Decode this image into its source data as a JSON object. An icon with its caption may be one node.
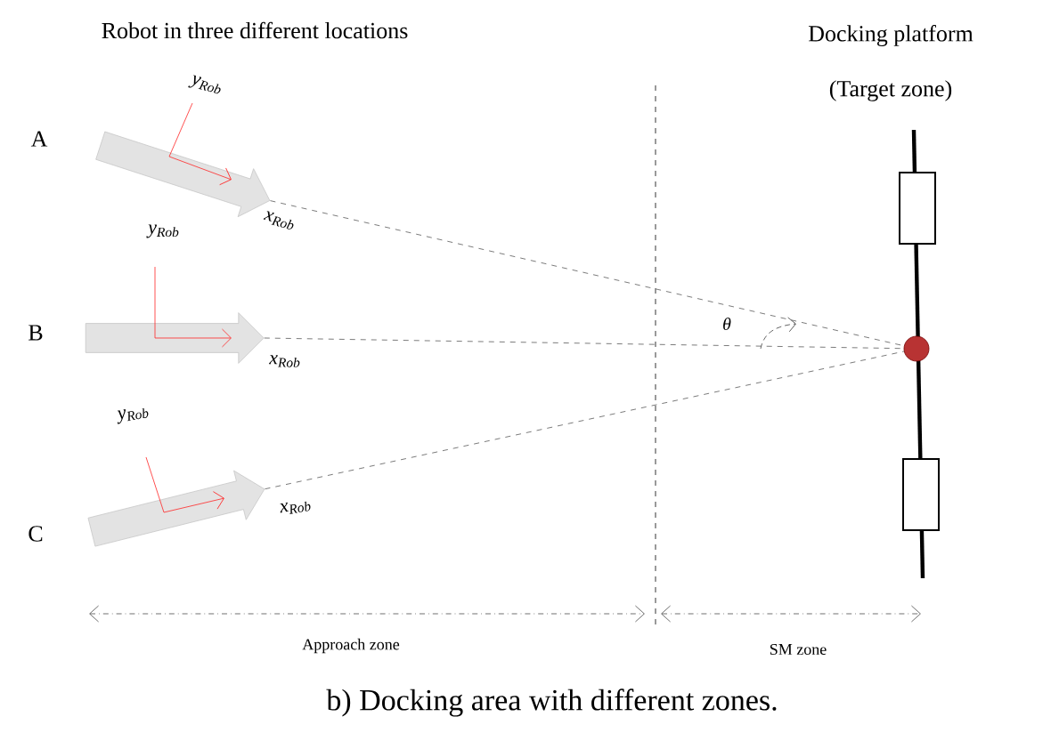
{
  "diagram": {
    "caption": "b)      Docking area with different zones.",
    "nodes": [
      {
        "text": [],
        "shape": "arrow",
        "beside": [
          "A"
        ]
      },
      {
        "text": [],
        "shape": "arrow",
        "beside": [
          "B"
        ]
      },
      {
        "text": [],
        "shape": "arrow",
        "beside": [
          "C"
        ]
      },
      {
        "text": [],
        "shape": "circle"
      }
    ],
    "edges": [
      {
        "from": 0,
        "to": 3,
        "arrow": "none",
        "style": "dashed"
      },
      {
        "from": 1,
        "to": 3,
        "arrow": "none",
        "style": "dashed"
      },
      {
        "from": 2,
        "to": 3,
        "arrow": "none",
        "style": "dashed"
      }
    ],
    "labels": [
      "Robot in three different locations",
      "Docking platform",
      "(Target zone)",
      "y$_{Rob}$",
      "x$_{Rob}$",
      "y$_{Rob}$",
      "θ",
      "x$_{Rob}$",
      "y$_{Rob}$",
      "x$_{Rob}$",
      "Approach zone",
      "SM zone"
    ]
  }
}
